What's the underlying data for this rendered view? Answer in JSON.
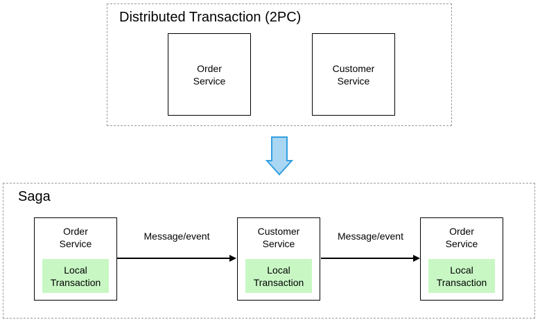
{
  "top_section": {
    "title": "Distributed Transaction (2PC)",
    "boxes": [
      {
        "label": "Order\nService"
      },
      {
        "label": "Customer\nService"
      }
    ]
  },
  "transition": {
    "icon": "down-arrow"
  },
  "bottom_section": {
    "title": "Saga",
    "boxes": [
      {
        "label": "Order\nService",
        "sub_label": "Local\nTransaction"
      },
      {
        "label": "Customer\nService",
        "sub_label": "Local\nTransaction"
      },
      {
        "label": "Order\nService",
        "sub_label": "Local\nTransaction"
      }
    ],
    "arrows": [
      {
        "label": "Message/event"
      },
      {
        "label": "Message/event"
      }
    ]
  },
  "colors": {
    "dashed_border": "#999999",
    "node_border": "#000000",
    "local_transaction_fill": "#c8f7c4",
    "down_arrow_fill": "#a9d6f2",
    "down_arrow_stroke": "#339fe0",
    "text": "#000000",
    "background": "#ffffff"
  }
}
